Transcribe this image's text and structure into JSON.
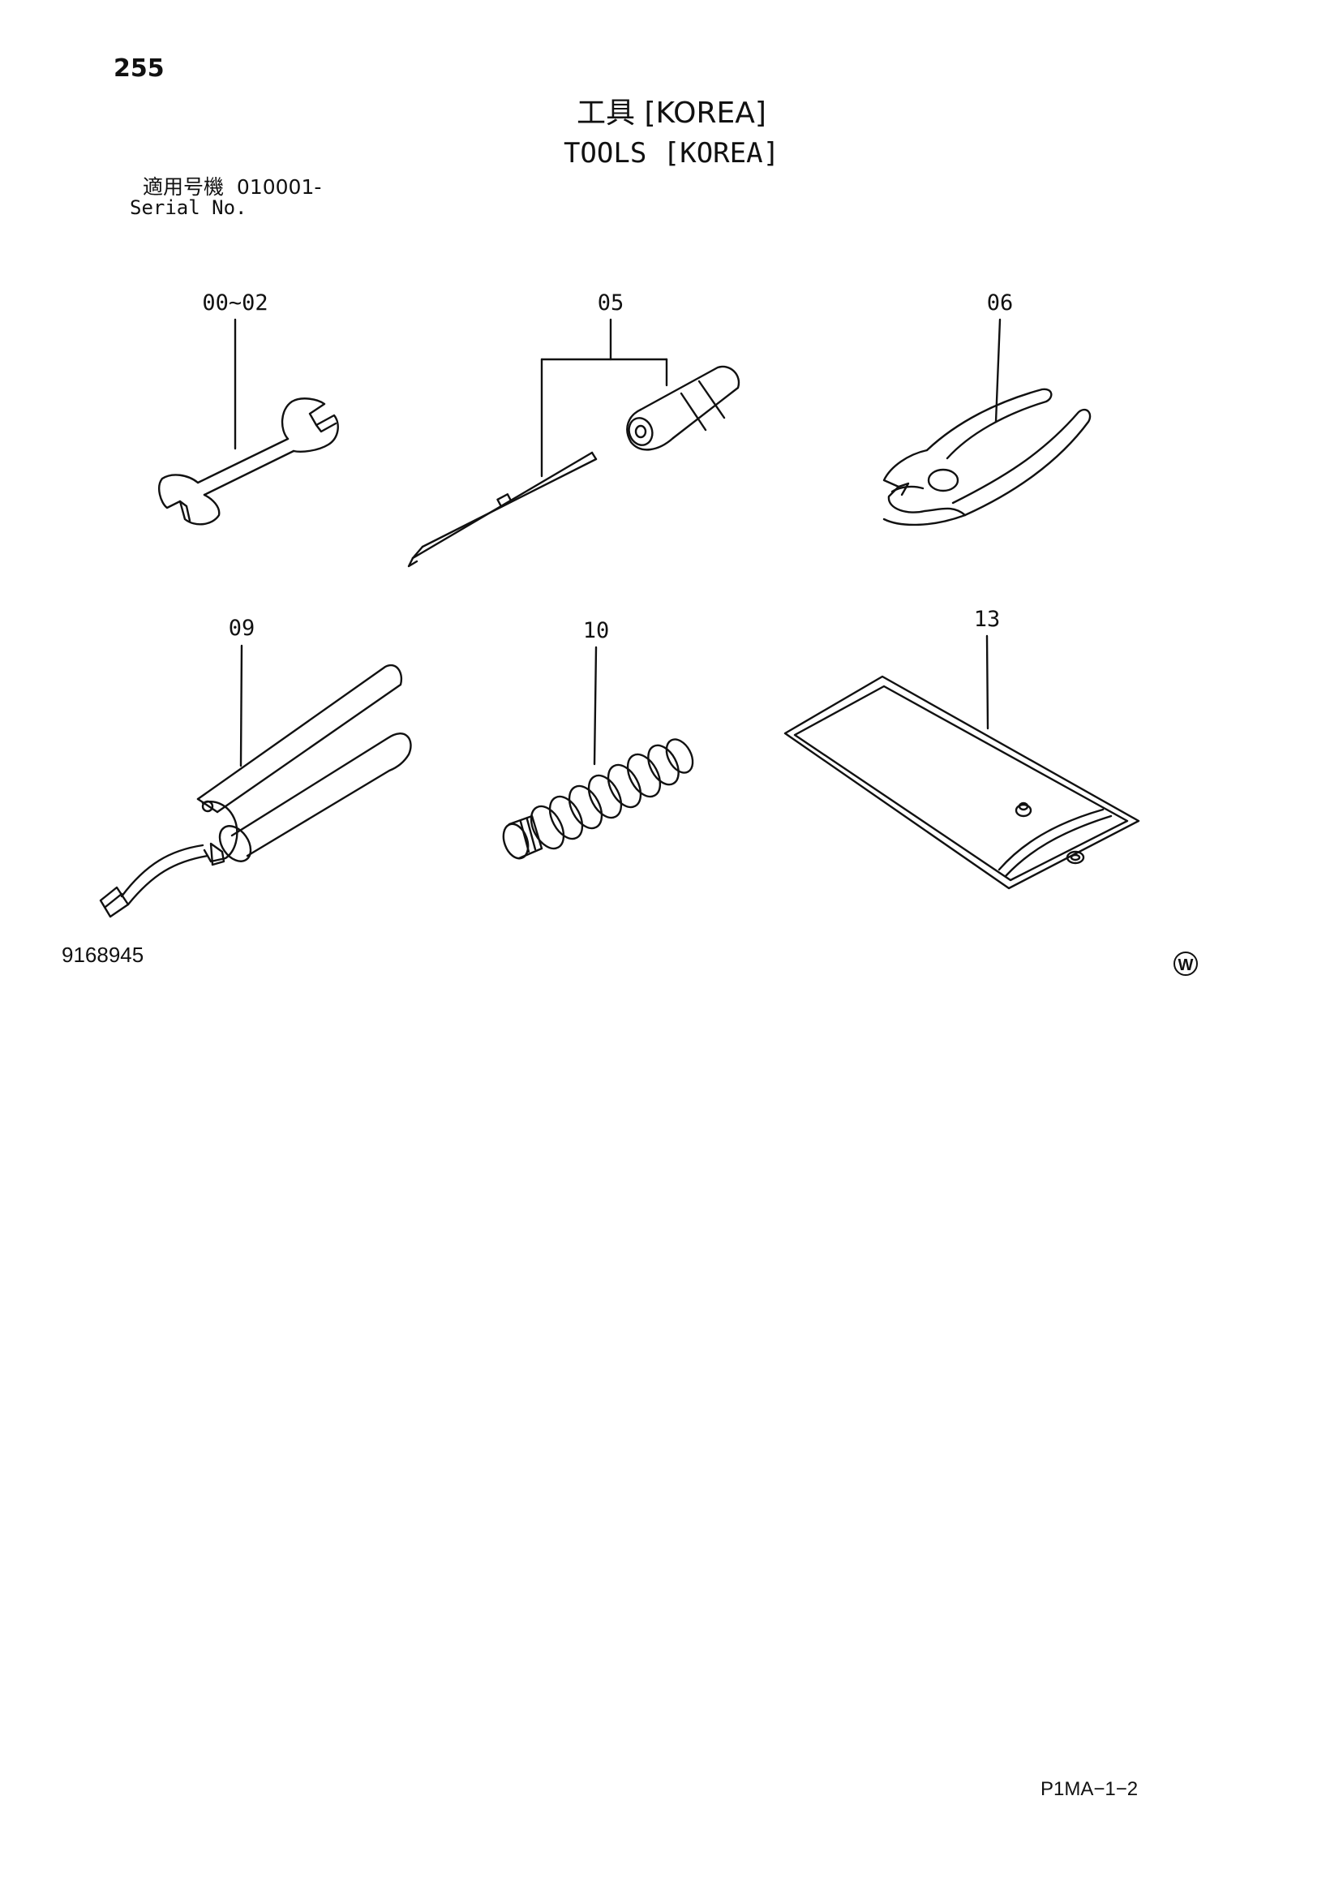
{
  "header": {
    "page_number": "255",
    "title_jp": "工具 [KOREA]",
    "title_en": "TOOLS [KOREA]",
    "serial_label_jp": "適用号機",
    "serial_value": "010001-",
    "serial_label_en": "Serial No."
  },
  "parts": [
    {
      "callout": "00~02",
      "icon": "wrench-icon"
    },
    {
      "callout": "05",
      "icon": "screwdriver-icon"
    },
    {
      "callout": "06",
      "icon": "pliers-icon"
    },
    {
      "callout": "09",
      "icon": "grease-gun-icon"
    },
    {
      "callout": "10",
      "icon": "grease-nozzle-icon"
    },
    {
      "callout": "13",
      "icon": "tool-bag-icon"
    }
  ],
  "footer": {
    "drawing_number": "9168945",
    "region_mark": "W",
    "page_code": "P1MA−1−2"
  }
}
